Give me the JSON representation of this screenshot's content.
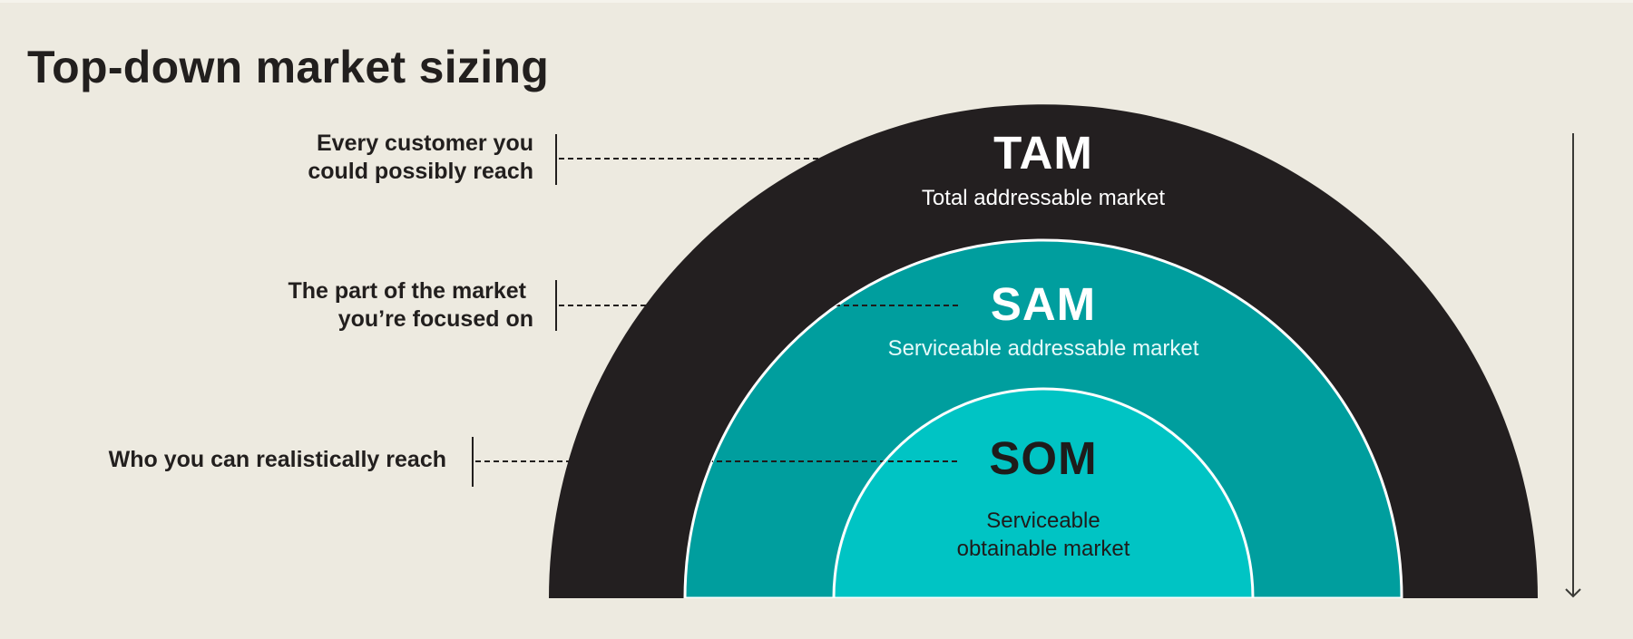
{
  "title": "Top-down market sizing",
  "colors": {
    "background": "#EDEAE0",
    "tam_fill": "#231F20",
    "sam_fill": "#009E9E",
    "som_fill": "#00C4C4",
    "ring_border": "#FFFFFF",
    "text_dark": "#221F1E",
    "arrow": "#3A3A36"
  },
  "rings": [
    {
      "id": "tam",
      "abbr": "TAM",
      "full_lines": [
        "Total addressable market"
      ]
    },
    {
      "id": "sam",
      "abbr": "SAM",
      "full_lines": [
        "Serviceable addressable market"
      ]
    },
    {
      "id": "som",
      "abbr": "SOM",
      "full_lines": [
        "Serviceable",
        "obtainable market"
      ]
    }
  ],
  "callouts": [
    {
      "target": "tam",
      "lines": [
        "Every customer you",
        "could possibly reach"
      ]
    },
    {
      "target": "sam",
      "lines": [
        "The part of the market",
        "you’re focused on"
      ]
    },
    {
      "target": "som",
      "lines": [
        "Who you can realistically reach"
      ]
    }
  ],
  "arrow": {
    "direction": "down",
    "meaning": "narrowing from TAM to SOM"
  }
}
